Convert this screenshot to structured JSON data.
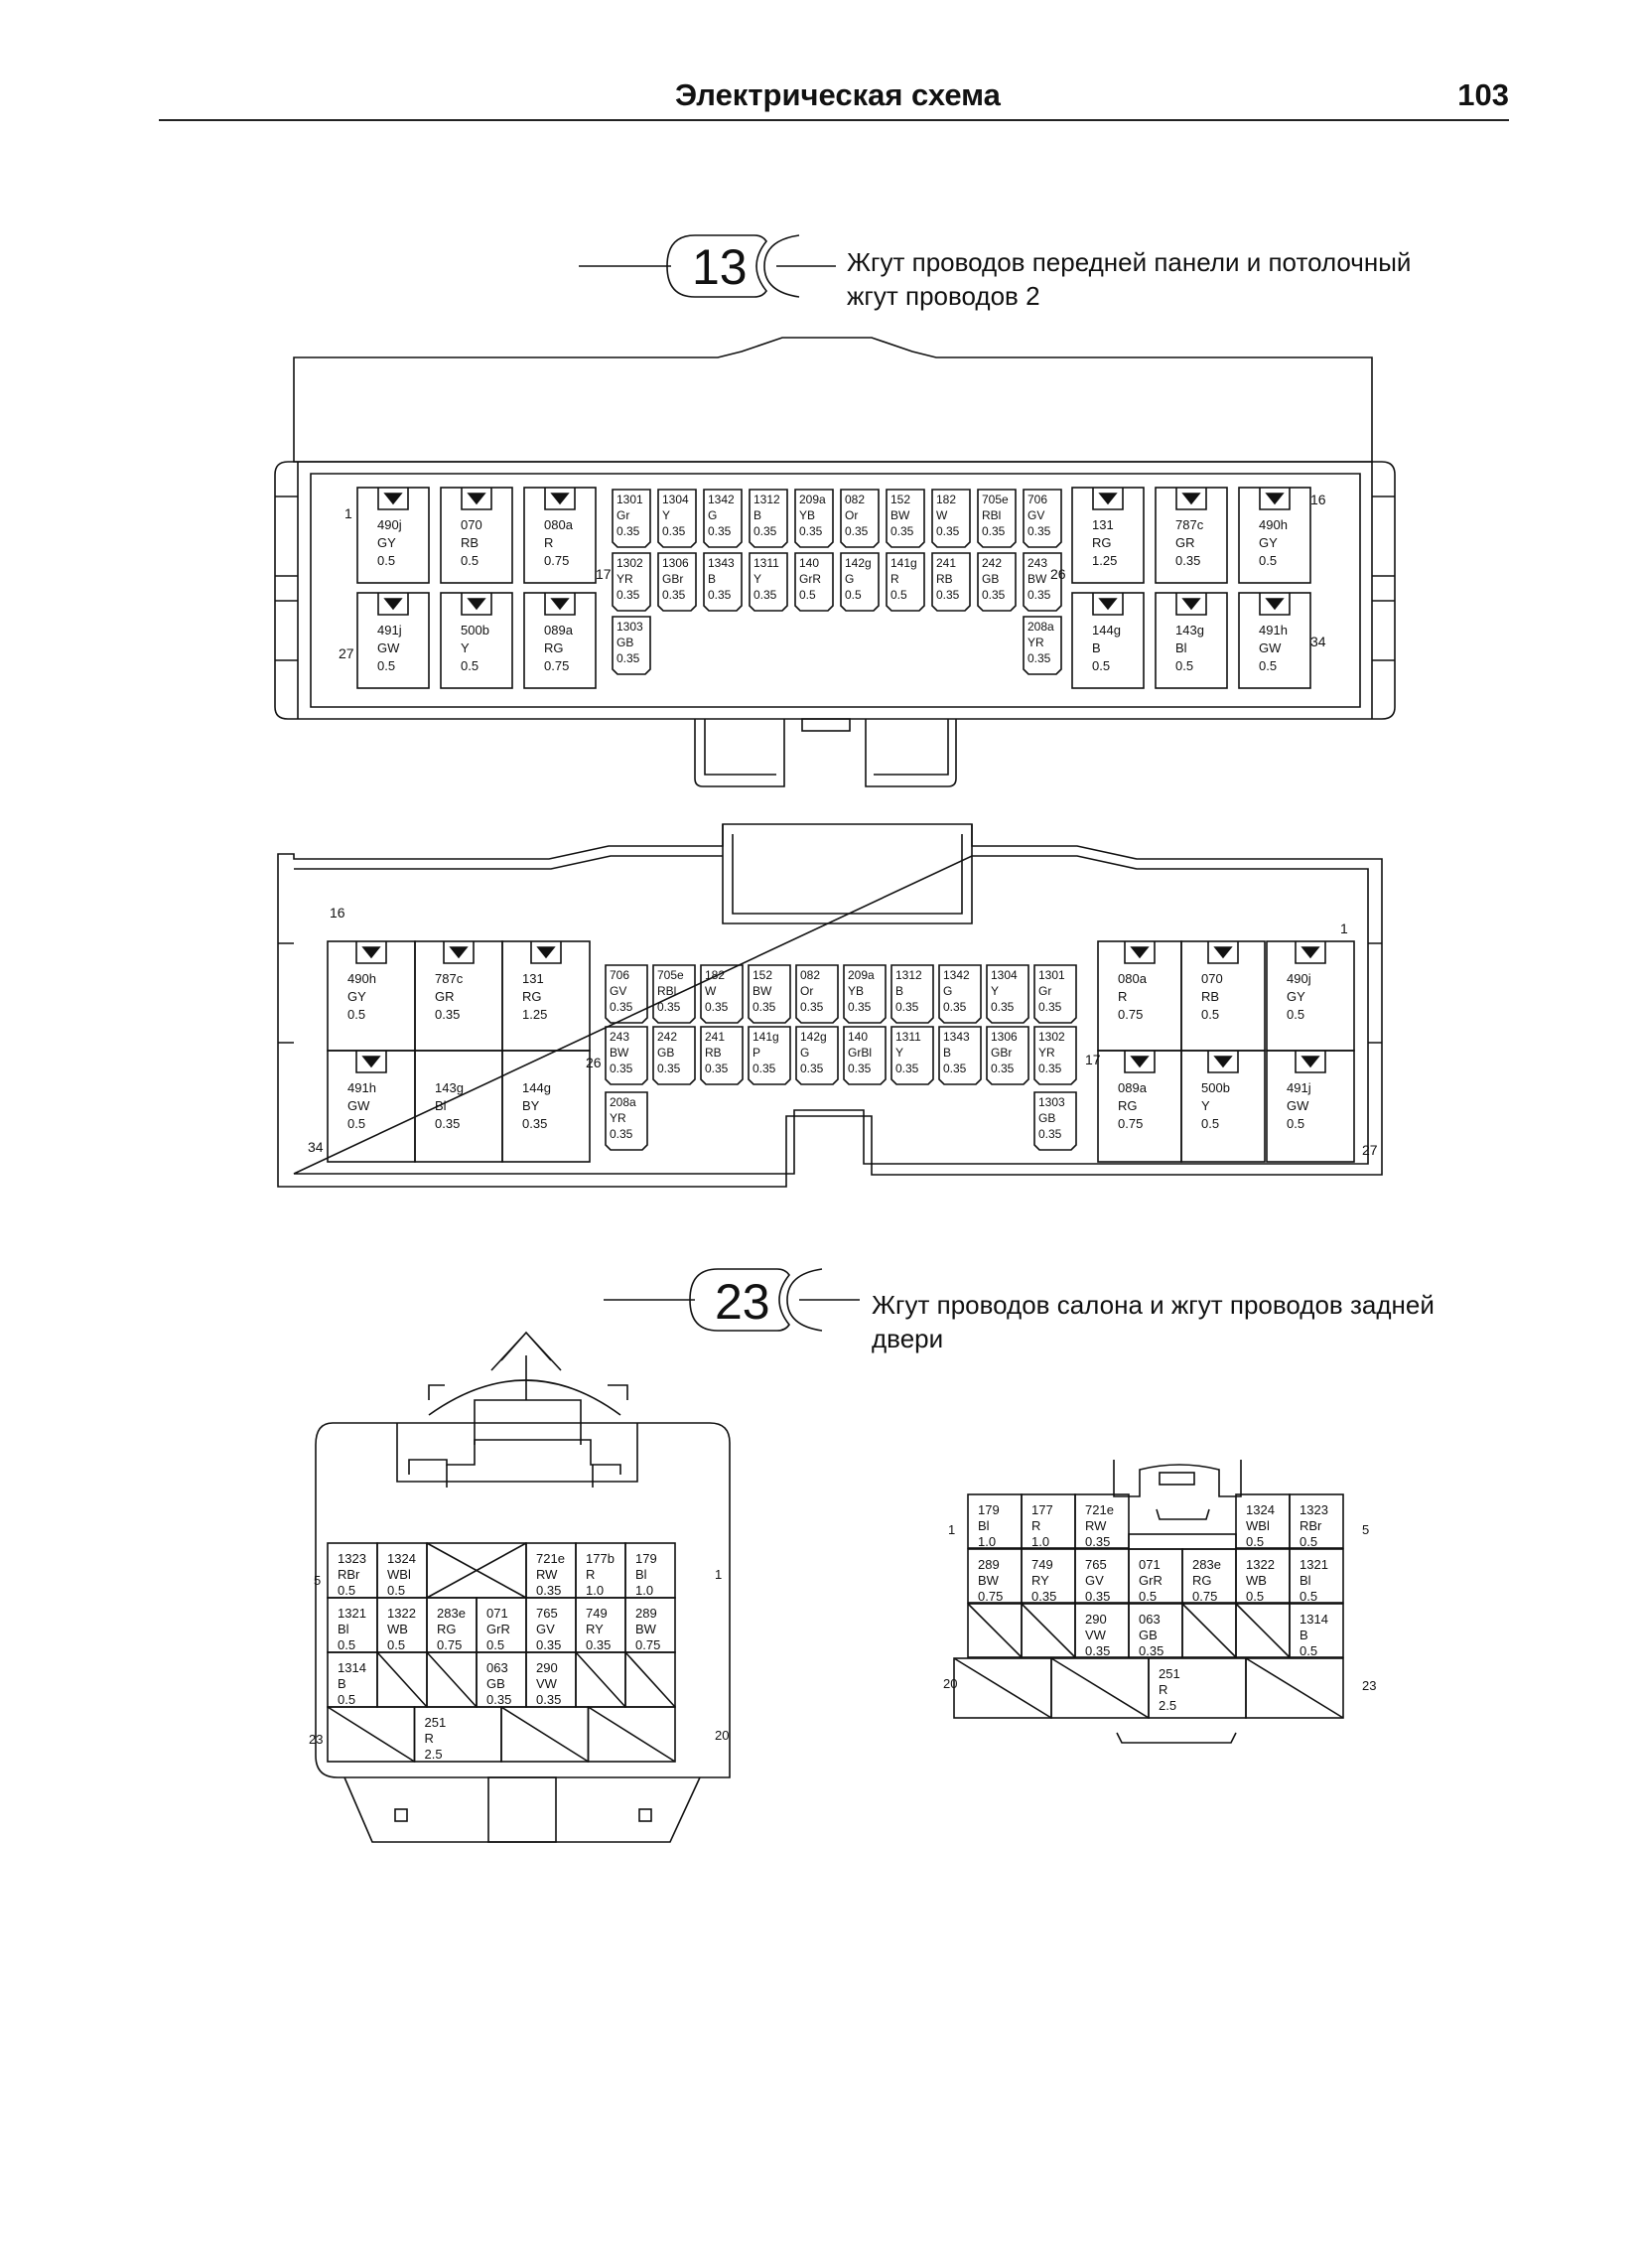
{
  "header": {
    "title": "Электрическая схема",
    "page_number": "103"
  },
  "conn13": {
    "number": "13",
    "caption_line1": "Жгут проводов передней панели и потолочный",
    "caption_line2": "жгут проводов 2",
    "top_view": {
      "pin_labels": [
        "1",
        "16",
        "17",
        "26",
        "27",
        "34"
      ],
      "large_left": [
        [
          "490j",
          "GY",
          "0.5"
        ],
        [
          "070",
          "RB",
          "0.5"
        ],
        [
          "080a",
          "R",
          "0.75"
        ],
        [
          "491j",
          "GW",
          "0.5"
        ],
        [
          "500b",
          "Y",
          "0.5"
        ],
        [
          "089a",
          "RG",
          "0.75"
        ]
      ],
      "large_right": [
        [
          "131",
          "RG",
          "1.25"
        ],
        [
          "787c",
          "GR",
          "0.35"
        ],
        [
          "490h",
          "GY",
          "0.5"
        ],
        [
          "144g",
          "B",
          "0.5"
        ],
        [
          "143g",
          "Bl",
          "0.5"
        ],
        [
          "491h",
          "GW",
          "0.5"
        ]
      ],
      "small_row1": [
        [
          "1301",
          "Gr",
          "0.35"
        ],
        [
          "1304",
          "Y",
          "0.35"
        ],
        [
          "1342",
          "G",
          "0.35"
        ],
        [
          "1312",
          "B",
          "0.35"
        ],
        [
          "209a",
          "YB",
          "0.35"
        ],
        [
          "082",
          "Or",
          "0.35"
        ],
        [
          "152",
          "BW",
          "0.35"
        ],
        [
          "182",
          "W",
          "0.35"
        ],
        [
          "705e",
          "RBl",
          "0.35"
        ],
        [
          "706",
          "GV",
          "0.35"
        ]
      ],
      "small_row2": [
        [
          "1302",
          "YR",
          "0.35"
        ],
        [
          "1306",
          "GBr",
          "0.35"
        ],
        [
          "1343",
          "B",
          "0.35"
        ],
        [
          "1311",
          "Y",
          "0.35"
        ],
        [
          "140",
          "GrR",
          "0.5"
        ],
        [
          "142g",
          "G",
          "0.5"
        ],
        [
          "141g",
          "R",
          "0.5"
        ],
        [
          "241",
          "RB",
          "0.35"
        ],
        [
          "242",
          "GB",
          "0.35"
        ],
        [
          "243",
          "BW",
          "0.35"
        ]
      ],
      "small_row3_left": [
        "1303",
        "GB",
        "0.35"
      ],
      "small_row3_right": [
        "208a",
        "YR",
        "0.35"
      ]
    },
    "bottom_view": {
      "pin_labels": [
        "16",
        "1",
        "26",
        "17",
        "34",
        "27"
      ],
      "large_left": [
        [
          "490h",
          "GY",
          "0.5"
        ],
        [
          "787c",
          "GR",
          "0.35"
        ],
        [
          "131",
          "RG",
          "1.25"
        ],
        [
          "491h",
          "GW",
          "0.5"
        ],
        [
          "143g",
          "Bl",
          "0.35"
        ],
        [
          "144g",
          "BY",
          "0.35"
        ]
      ],
      "large_right": [
        [
          "080a",
          "R",
          "0.75"
        ],
        [
          "070",
          "RB",
          "0.5"
        ],
        [
          "490j",
          "GY",
          "0.5"
        ],
        [
          "089a",
          "RG",
          "0.75"
        ],
        [
          "500b",
          "Y",
          "0.5"
        ],
        [
          "491j",
          "GW",
          "0.5"
        ]
      ],
      "small_row1": [
        [
          "706",
          "GV",
          "0.35"
        ],
        [
          "705e",
          "RBl",
          "0.35"
        ],
        [
          "182",
          "W",
          "0.35"
        ],
        [
          "152",
          "BW",
          "0.35"
        ],
        [
          "082",
          "Or",
          "0.35"
        ],
        [
          "209a",
          "YB",
          "0.35"
        ],
        [
          "1312",
          "B",
          "0.35"
        ],
        [
          "1342",
          "G",
          "0.35"
        ],
        [
          "1304",
          "Y",
          "0.35"
        ],
        [
          "1301",
          "Gr",
          "0.35"
        ]
      ],
      "small_row2": [
        [
          "243",
          "BW",
          "0.35"
        ],
        [
          "242",
          "GB",
          "0.35"
        ],
        [
          "241",
          "RB",
          "0.35"
        ],
        [
          "141g",
          "P",
          "0.35"
        ],
        [
          "142g",
          "G",
          "0.35"
        ],
        [
          "140",
          "GrBl",
          "0.35"
        ],
        [
          "1311",
          "Y",
          "0.35"
        ],
        [
          "1343",
          "B",
          "0.35"
        ],
        [
          "1306",
          "GBr",
          "0.35"
        ],
        [
          "1302",
          "YR",
          "0.35"
        ]
      ],
      "small_row3_left": [
        "208a",
        "YR",
        "0.35"
      ],
      "small_row3_right": [
        "1303",
        "GB",
        "0.35"
      ]
    }
  },
  "conn23": {
    "number": "23",
    "caption_line1": "Жгут проводов салона и жгут проводов задней",
    "caption_line2": "двери",
    "left_view": {
      "pin_labels": [
        "5",
        "1",
        "23",
        "20"
      ],
      "row1": [
        [
          "1323",
          "RBr",
          "0.5"
        ],
        [
          "1324",
          "WBl",
          "0.5"
        ],
        null,
        [
          "721e",
          "RW",
          "0.35"
        ],
        [
          "177b",
          "R",
          "1.0"
        ],
        [
          "179",
          "Bl",
          "1.0"
        ]
      ],
      "row2": [
        [
          "1321",
          "Bl",
          "0.5"
        ],
        [
          "1322",
          "WB",
          "0.5"
        ],
        [
          "283e",
          "RG",
          "0.75"
        ],
        [
          "071",
          "GrR",
          "0.5"
        ],
        [
          "765",
          "GV",
          "0.35"
        ],
        [
          "749",
          "RY",
          "0.35"
        ],
        [
          "289",
          "BW",
          "0.75"
        ]
      ],
      "row3": [
        [
          "1314",
          "B",
          "0.5"
        ],
        null,
        null,
        [
          "063",
          "GB",
          "0.35"
        ],
        [
          "290",
          "VW",
          "0.35"
        ],
        null,
        null
      ],
      "row4": [
        null,
        [
          "251",
          "R",
          "2.5"
        ],
        null,
        null
      ]
    },
    "right_view": {
      "pin_labels": [
        "1",
        "5",
        "20",
        "23"
      ],
      "row1": [
        [
          "179",
          "Bl",
          "1.0"
        ],
        [
          "177",
          "R",
          "1.0"
        ],
        [
          "721e",
          "RW",
          "0.35"
        ],
        [
          "1324",
          "WBl",
          "0.5"
        ],
        [
          "1323",
          "RBr",
          "0.5"
        ]
      ],
      "row2": [
        [
          "289",
          "BW",
          "0.75"
        ],
        [
          "749",
          "RY",
          "0.35"
        ],
        [
          "765",
          "GV",
          "0.35"
        ],
        [
          "071",
          "GrR",
          "0.5"
        ],
        [
          "283e",
          "RG",
          "0.75"
        ],
        [
          "1322",
          "WB",
          "0.5"
        ],
        [
          "1321",
          "Bl",
          "0.5"
        ]
      ],
      "row3": [
        null,
        null,
        [
          "290",
          "VW",
          "0.35"
        ],
        [
          "063",
          "GB",
          "0.35"
        ],
        null,
        null,
        [
          "1314",
          "B",
          "0.5"
        ]
      ],
      "row4": [
        null,
        null,
        [
          "251",
          "R",
          "2.5"
        ],
        null
      ]
    }
  }
}
